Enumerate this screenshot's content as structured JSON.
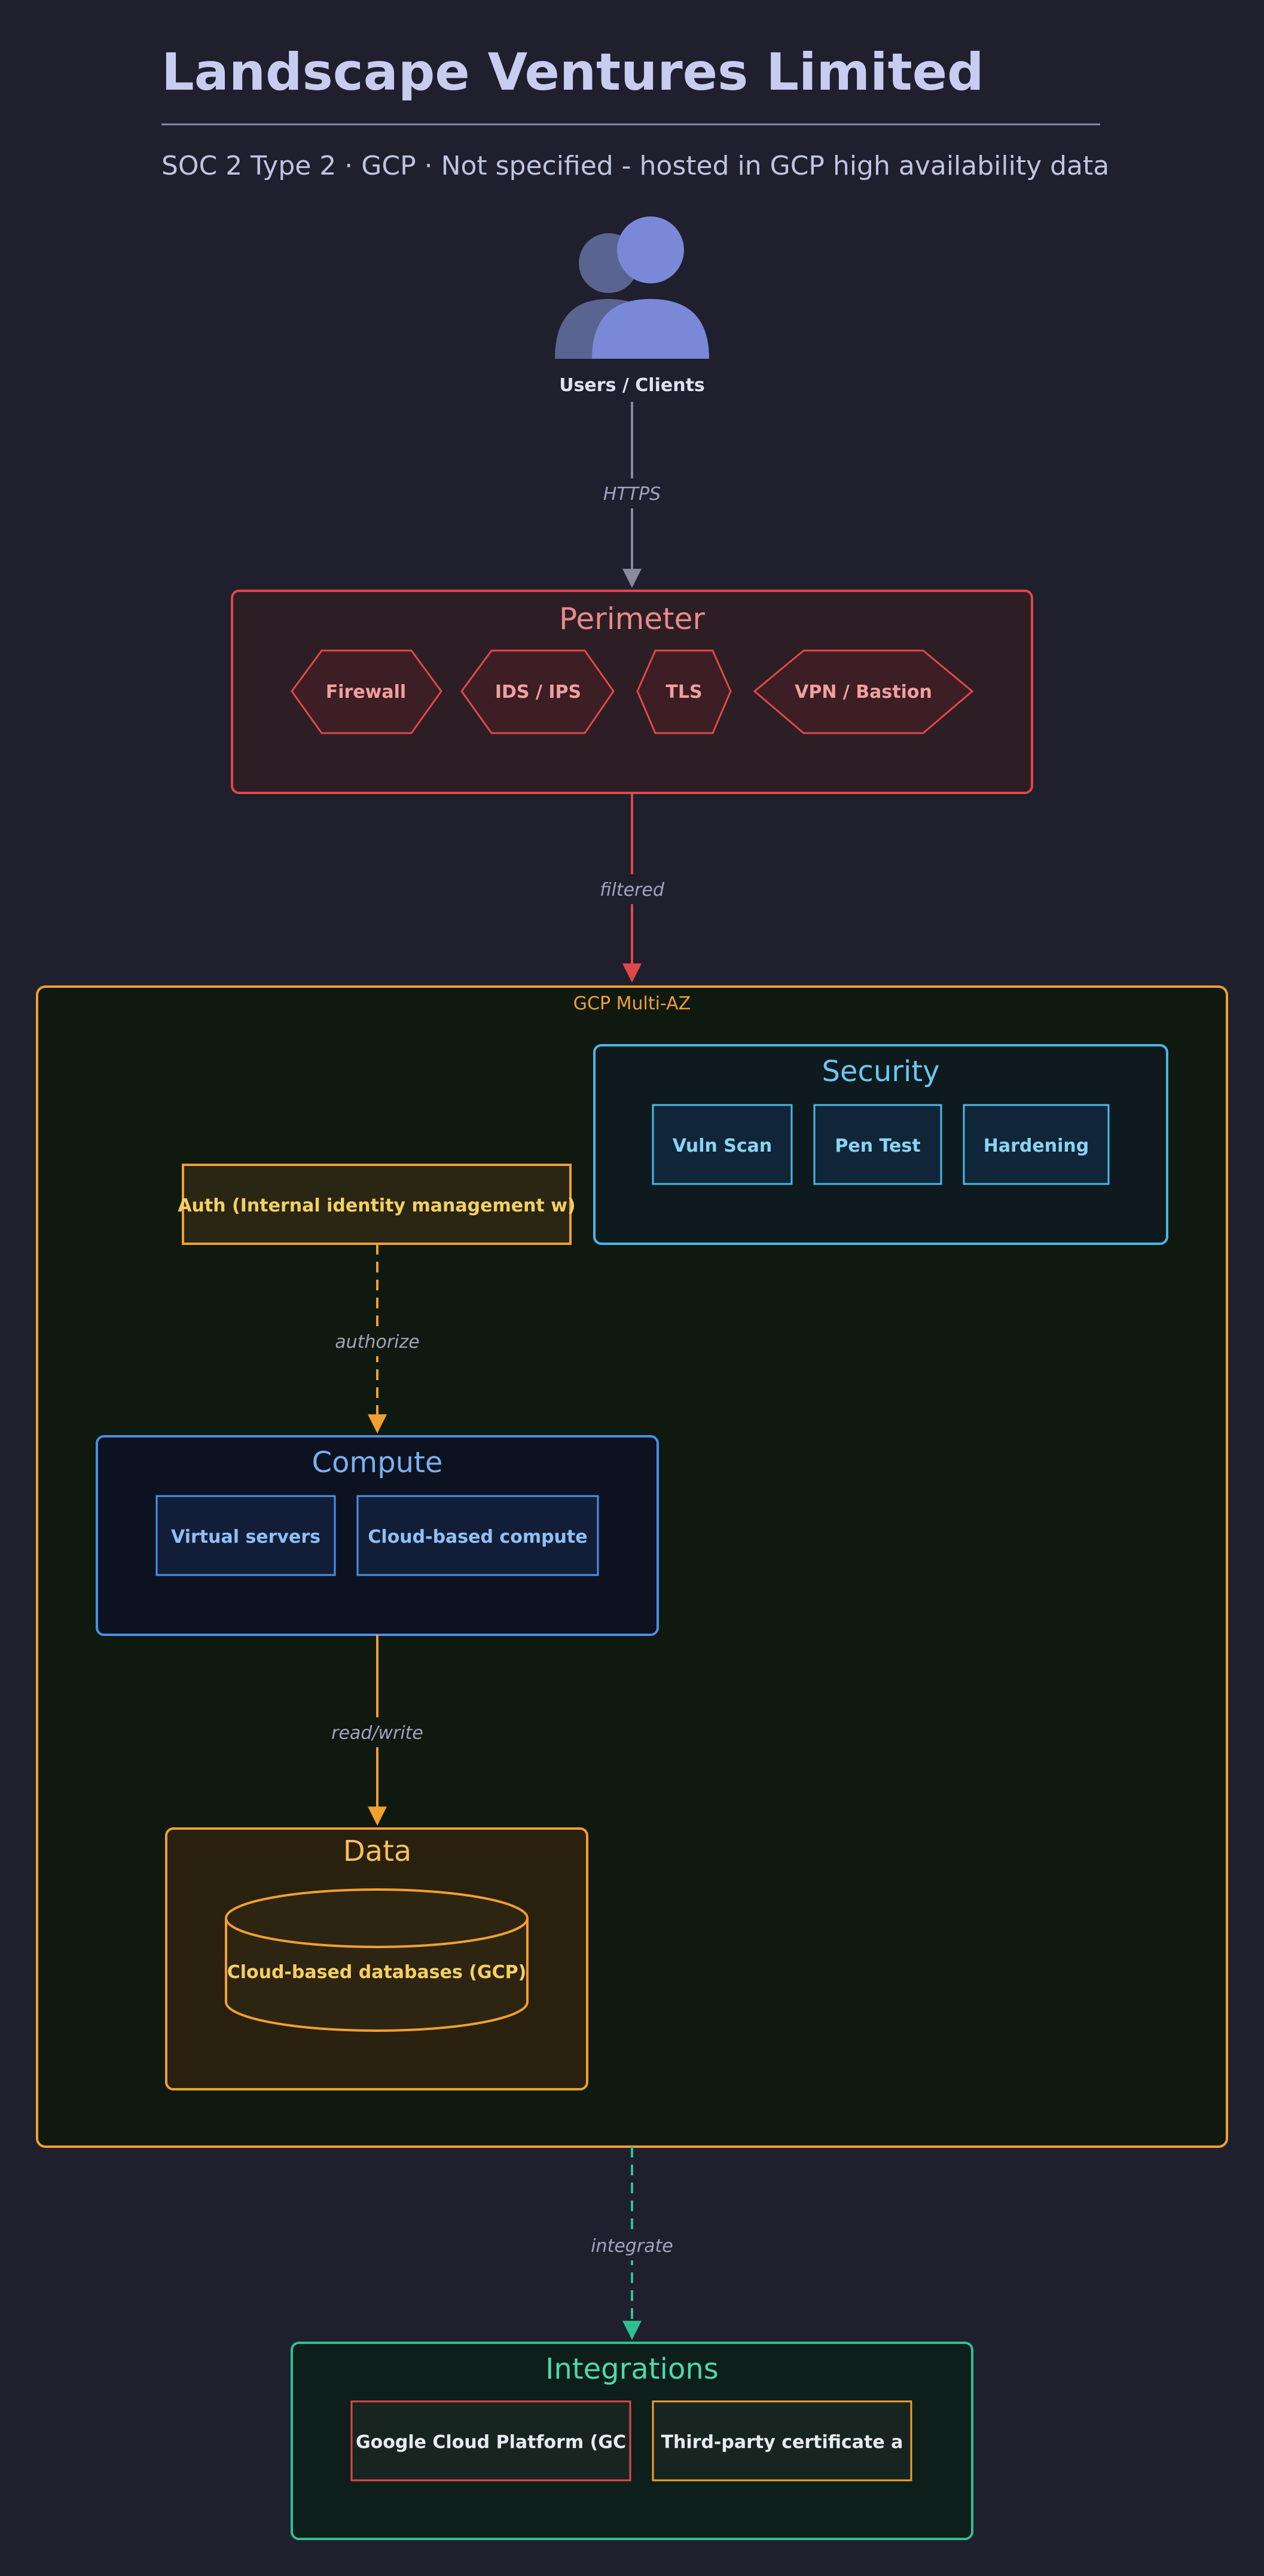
{
  "header": {
    "title": "Landscape Ventures Limited",
    "subtitle": "SOC 2 Type 2 · GCP · Not specified - hosted in GCP high availability data"
  },
  "users": {
    "label": "Users / Clients"
  },
  "edges": {
    "https": "HTTPS",
    "filtered": "filtered",
    "authorize": "authorize",
    "read_write": "read/write",
    "integrate": "integrate"
  },
  "perimeter": {
    "title": "Perimeter",
    "items": [
      "Firewall",
      "IDS / IPS",
      "TLS",
      "VPN / Bastion"
    ]
  },
  "region": {
    "label": "GCP Multi-AZ"
  },
  "security": {
    "title": "Security",
    "items": [
      "Vuln Scan",
      "Pen Test",
      "Hardening"
    ]
  },
  "auth": {
    "label": "Auth (Internal identity management w)"
  },
  "compute": {
    "title": "Compute",
    "items": [
      "Virtual servers",
      "Cloud-based compute"
    ]
  },
  "data": {
    "title": "Data",
    "db_label": "Cloud-based databases (GCP)"
  },
  "integrations": {
    "title": "Integrations",
    "items": [
      "Google Cloud Platform (GC",
      "Third-party certificate a"
    ]
  },
  "colors": {
    "background": "#1f1f2e",
    "perimeter": "#e04848",
    "region": "#f0a030",
    "security": "#4ab8e8",
    "compute": "#4a90e8",
    "data": "#f0a030",
    "integrations": "#30c090",
    "edge_gray": "#8a8a9a"
  }
}
